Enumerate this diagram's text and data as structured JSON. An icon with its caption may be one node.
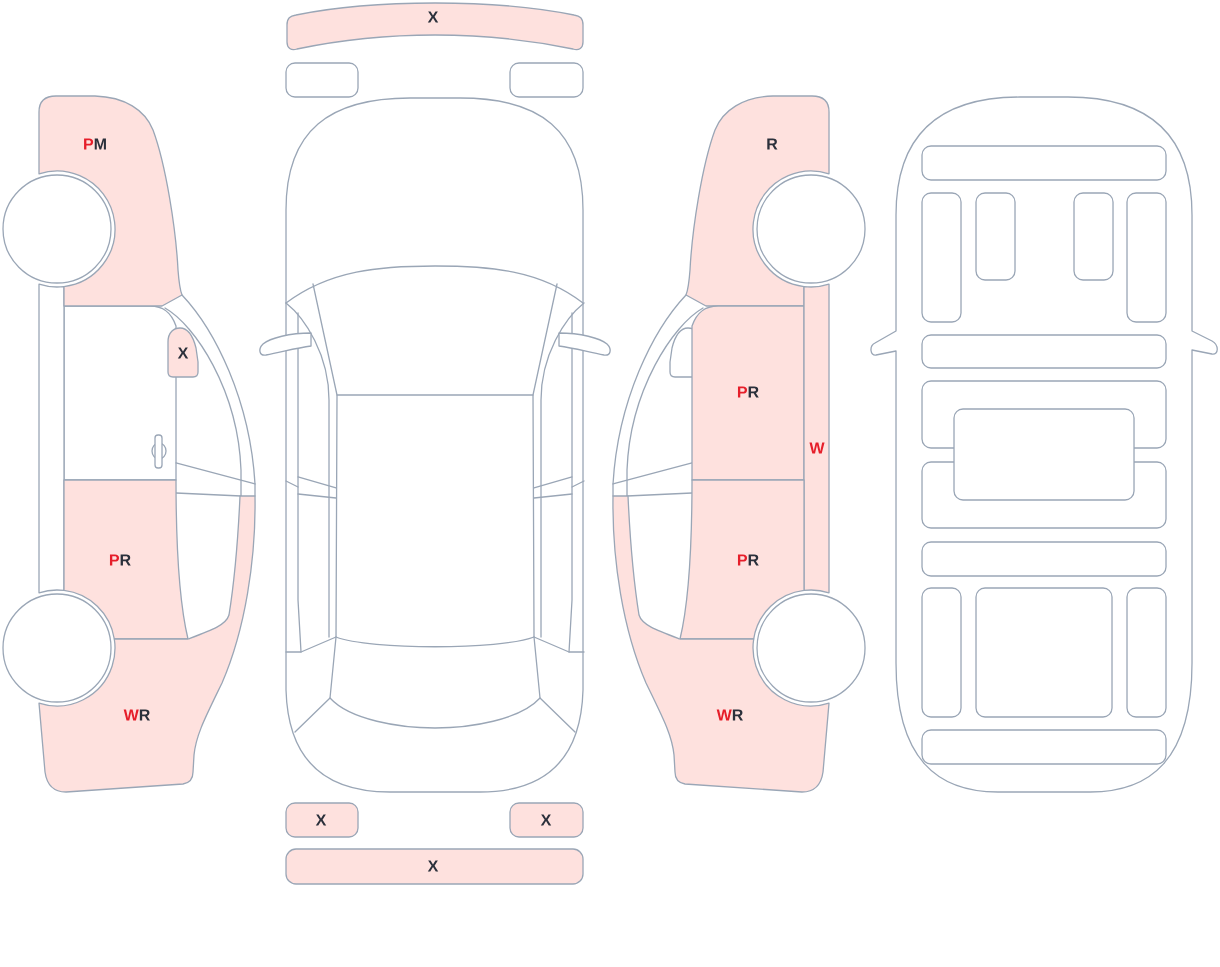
{
  "diagram": {
    "nodes": [
      {
        "text": [
          "P",
          "M"
        ]
      },
      {
        "text": [
          "X"
        ]
      },
      {
        "text": [
          "P",
          "R"
        ]
      },
      {
        "text": [
          "W",
          "R"
        ]
      },
      {
        "text": [
          "X"
        ]
      },
      {
        "text": [
          "X"
        ]
      },
      {
        "text": [
          "X"
        ]
      },
      {
        "text": [
          "X"
        ]
      },
      {
        "text": [
          "R"
        ]
      },
      {
        "text": [
          "P",
          "R"
        ]
      },
      {
        "text": [
          "W"
        ]
      },
      {
        "text": [
          "P",
          "R"
        ]
      },
      {
        "text": [
          "W",
          "R"
        ]
      }
    ]
  }
}
